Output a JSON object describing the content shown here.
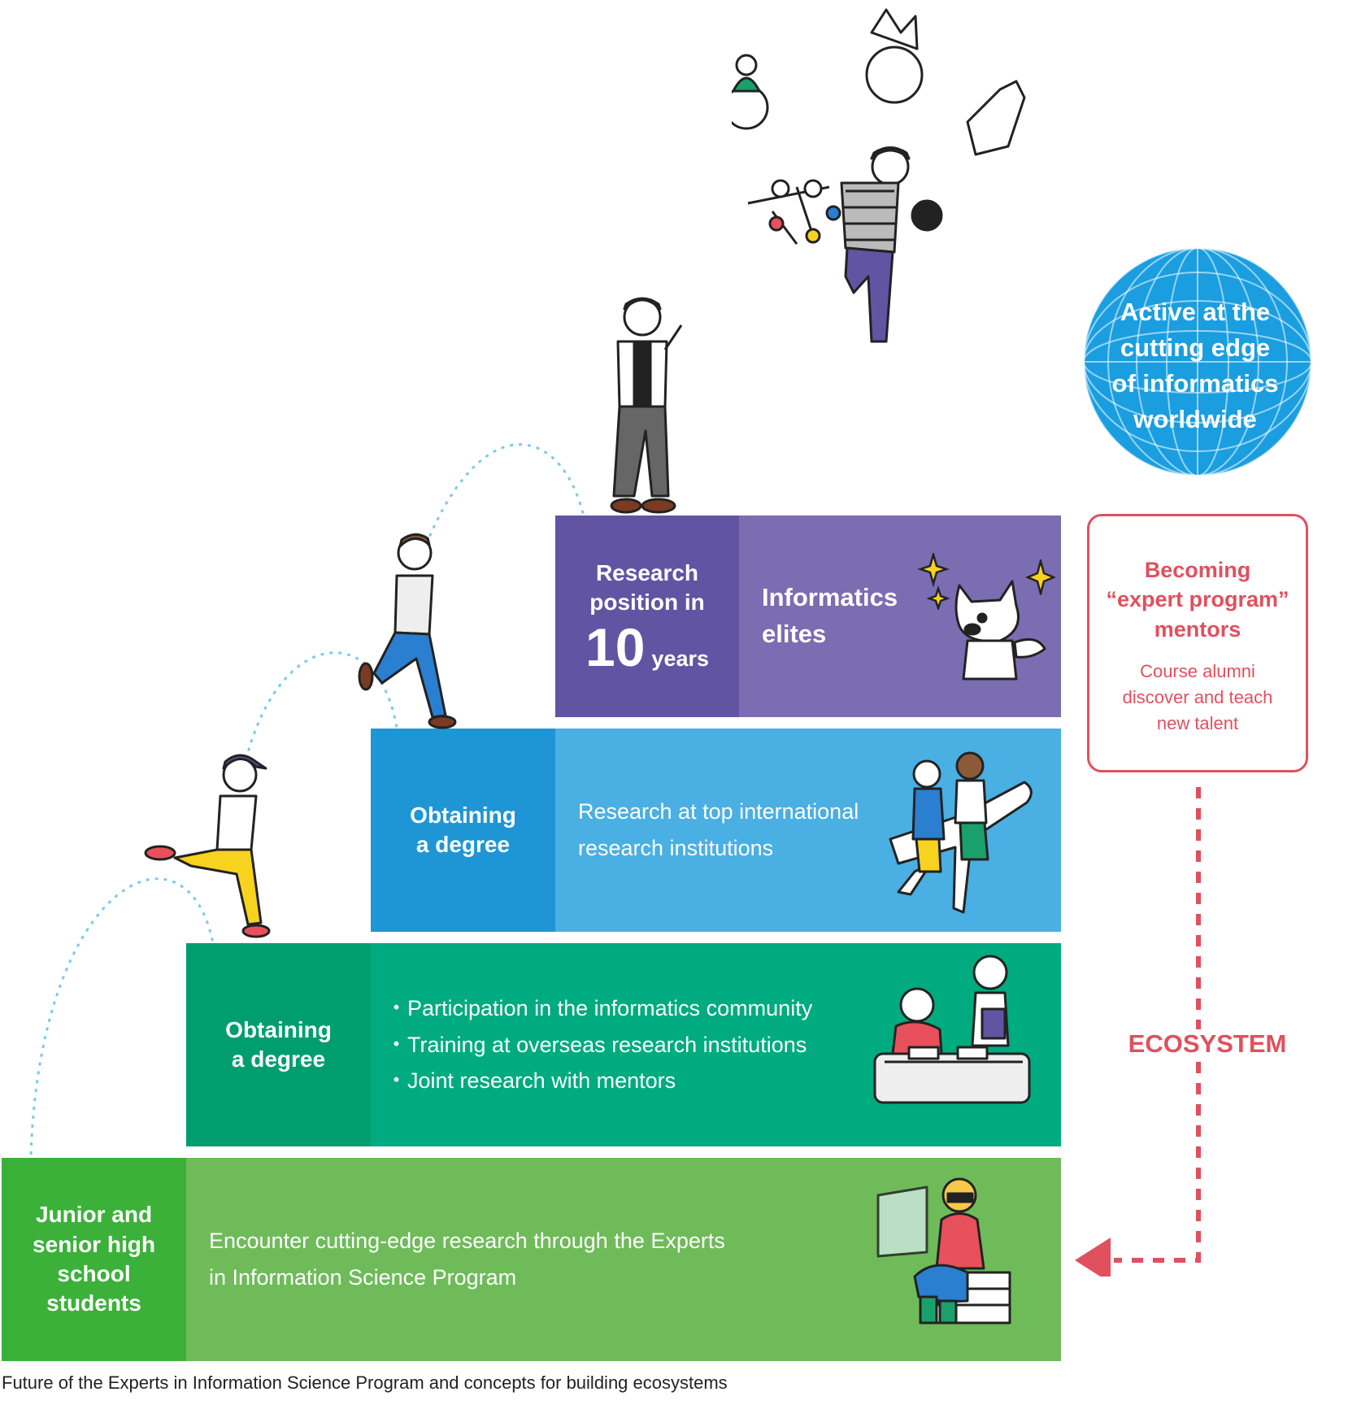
{
  "steps": {
    "top": {
      "left_line1": "Research",
      "left_line2": "position in",
      "left_big": "10",
      "left_small": "years",
      "right_line1": "Informatics",
      "right_line2": "elites"
    },
    "third": {
      "left_line1": "Obtaining",
      "left_line2": "a degree",
      "right_line1": "Research at top international",
      "right_line2": "research institutions"
    },
    "second": {
      "left_line1": "Obtaining",
      "left_line2": "a degree",
      "bullets": [
        "・Participation in the informatics community",
        "・Training at overseas research institutions",
        "・Joint research with mentors"
      ]
    },
    "bottom": {
      "left_line1": "Junior and",
      "left_line2": "senior high",
      "left_line3": "school",
      "left_line4": "students",
      "right_line1": "Encounter cutting-edge research through the Experts",
      "right_line2": "in Information Science Program"
    }
  },
  "globe": {
    "line1": "Active at the",
    "line2": "cutting edge",
    "line3": "of informatics",
    "line4": "worldwide"
  },
  "mentor_box": {
    "title1": "Becoming",
    "title2": "“expert program”",
    "title3": "mentors",
    "desc1": "Course alumni",
    "desc2": "discover and teach",
    "desc3": "new talent"
  },
  "ecosystem_label": "ECOSYSTEM",
  "caption": "Future of the Experts in Information Science Program and concepts for building ecosystems",
  "colors": {
    "bottom_left": "#3bb13a",
    "bottom_right": "#6fbb5a",
    "second_left": "#009e6e",
    "second_right": "#00ab7f",
    "third_left": "#1e96d6",
    "third_right": "#4aafe3",
    "top_left": "#6154a3",
    "top_right": "#7a6db2",
    "globe": "#1a9ee0",
    "accent_red": "#e0505f",
    "path_dots": "#7ccbe8"
  },
  "icons": [
    "student-girl-on-books-icon",
    "students-at-desk-icon",
    "riders-on-airplane-icon",
    "wolf-mascot-icon",
    "sparkle-icon",
    "researcher-man-icon",
    "runner-boy-icon",
    "runner-cap-boy-icon",
    "ai-researcher-icon",
    "globe-icon"
  ]
}
